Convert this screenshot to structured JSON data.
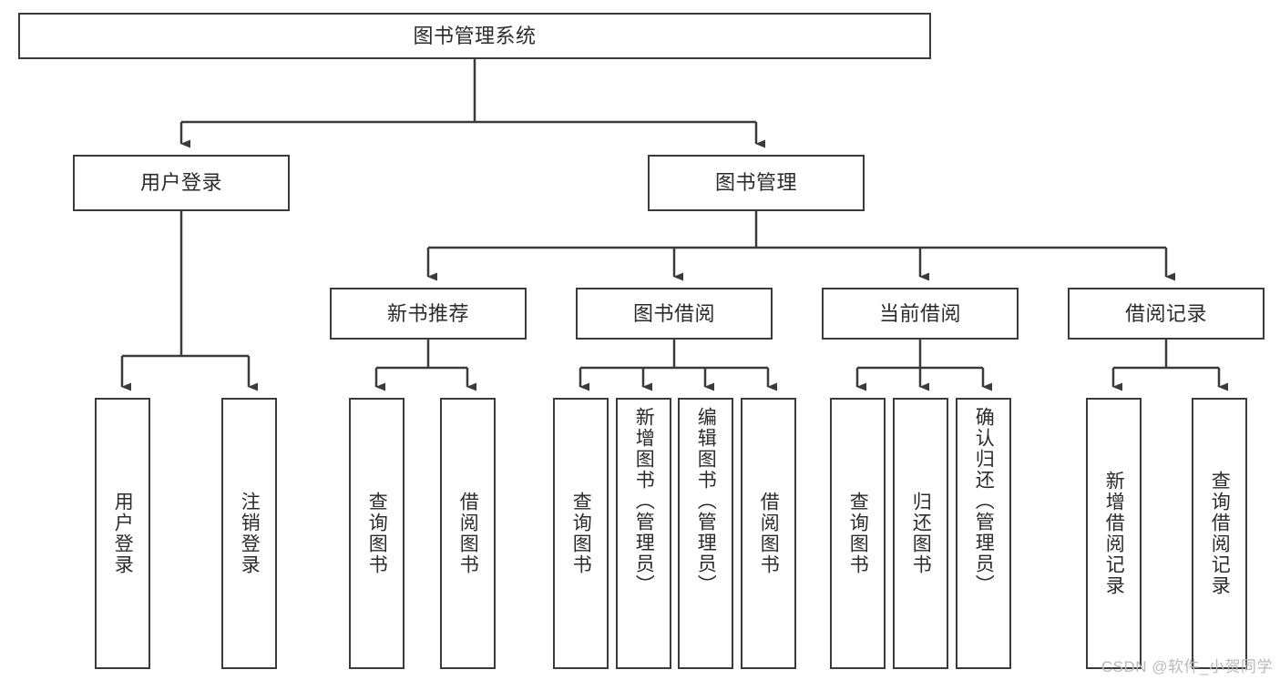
{
  "diagram": {
    "title": "图书管理系统",
    "type": "hierarchy-tree",
    "watermark": "CSDN @软件_小贺同学",
    "colors": {
      "stroke": "#3b3b3b",
      "fill": "#ffffff",
      "text": "#2b2b2b",
      "watermark": "#b9b9b9",
      "background": "#ffffff"
    },
    "root": {
      "label": "图书管理系统"
    },
    "level2": [
      {
        "label": "用户登录"
      },
      {
        "label": "图书管理"
      }
    ],
    "level3": [
      {
        "label": "新书推荐"
      },
      {
        "label": "图书借阅"
      },
      {
        "label": "当前借阅"
      },
      {
        "label": "借阅记录"
      }
    ],
    "leaves": {
      "user_login": [
        {
          "label": "用户登录"
        },
        {
          "label": "注销登录"
        }
      ],
      "new_book_recommend": [
        {
          "label": "查询图书"
        },
        {
          "label": "借阅图书"
        }
      ],
      "book_borrow": [
        {
          "label": "查询图书"
        },
        {
          "label": "新增图书（管理员）"
        },
        {
          "label": "编辑图书（管理员）"
        },
        {
          "label": "借阅图书"
        }
      ],
      "current_borrow": [
        {
          "label": "查询图书"
        },
        {
          "label": "归还图书"
        },
        {
          "label": "确认归还（管理员）"
        }
      ],
      "borrow_record": [
        {
          "label": "新增借阅记录"
        },
        {
          "label": "查询借阅记录"
        }
      ]
    }
  }
}
